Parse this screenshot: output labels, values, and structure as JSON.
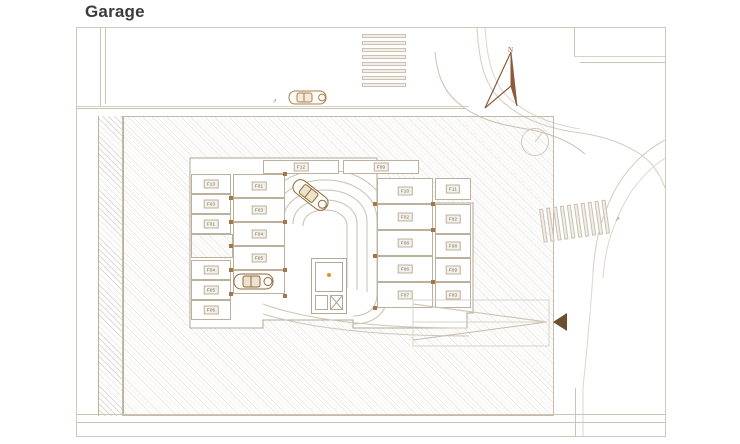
{
  "page": {
    "title": "Garage"
  },
  "plan": {
    "name": "garage-site-plan",
    "drawing_type": "architectural site plan",
    "legend": {
      "north_label": "N",
      "entry_marker": "entry-arrow",
      "tree_symbol": "tree",
      "core_marker_color": "#e8921f"
    },
    "colors": {
      "stroke": "#b5a795",
      "stroke_light": "#cdc3b4",
      "stall_tag_text": "#6f6455",
      "post": "#a5764a",
      "north_arrow": "#8a5b3a",
      "entry_arrow": "#6b4f33",
      "title_text": "#3b3b3b",
      "frame_border": "#cfc8bd",
      "core_dot": "#e8921f"
    },
    "stalls": {
      "top_row": [
        {
          "id": "F12",
          "label": "F12"
        },
        {
          "id": "F09",
          "label": "F09"
        }
      ],
      "left_outer_column": [
        {
          "id": "F13",
          "label": "F13"
        },
        {
          "id": "F03a",
          "label": "F03"
        },
        {
          "id": "F01a",
          "label": "F01"
        },
        {
          "id": "F04a",
          "label": "F04"
        },
        {
          "id": "F05a",
          "label": "F05"
        },
        {
          "id": "F06a",
          "label": "F06"
        }
      ],
      "left_inner_column": [
        {
          "id": "F01",
          "label": "F01"
        },
        {
          "id": "F03",
          "label": "F03"
        },
        {
          "id": "F04",
          "label": "F04"
        },
        {
          "id": "F05",
          "label": "F05"
        },
        {
          "id": "F06",
          "label": "F06"
        }
      ],
      "right_inner_column": [
        {
          "id": "F10",
          "label": "F10"
        },
        {
          "id": "F02",
          "label": "F02"
        },
        {
          "id": "F08",
          "label": "F08"
        },
        {
          "id": "F06b",
          "label": "F06"
        },
        {
          "id": "F07",
          "label": "F07"
        }
      ],
      "right_outer_column": [
        {
          "id": "F11",
          "label": "F11"
        },
        {
          "id": "F02b",
          "label": "F02"
        },
        {
          "id": "F08b",
          "label": "F08"
        },
        {
          "id": "F09b",
          "label": "F09"
        },
        {
          "id": "F03b",
          "label": "F03"
        }
      ]
    },
    "vehicles": [
      {
        "id": "car-street-top",
        "name": "car-on-street"
      },
      {
        "id": "car-ramp",
        "name": "car-on-ramp"
      },
      {
        "id": "car-stall-f06",
        "name": "car-in-stall"
      }
    ],
    "crosswalks": [
      {
        "id": "crosswalk-top",
        "orientation": "horizontal",
        "stripes": 8
      },
      {
        "id": "crosswalk-right",
        "orientation": "vertical",
        "stripes": 10
      }
    ]
  }
}
